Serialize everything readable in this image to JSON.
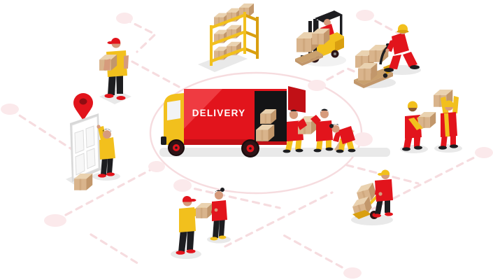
{
  "illustration": {
    "truck_label": "DELIVERY"
  },
  "colors": {
    "red": "#e2141c",
    "red-dark": "#c11016",
    "red-light": "#ef3b41",
    "yellow": "#f2c01d",
    "yellow-dark": "#d99f10",
    "tan": "#d9b48c",
    "tan-side": "#c2976b",
    "tan-top": "#ead2b0",
    "wood": "#c9a06e",
    "dark": "#1d1d20",
    "tire": "#2e1517",
    "skin": "#d69b7c",
    "skin-dark": "#8c5a33",
    "shadow": "#e9e9e9",
    "white": "#ffffff",
    "window": "#f2f3f5",
    "door-gray": "#d8d8d8",
    "pin-dark": "#8f0d12",
    "opening": "#141416",
    "path-pink": "#f6dcdf",
    "node-pink": "#fbe9eb"
  },
  "scene_elements": [
    "route-network",
    "route-nodes",
    "delivery-ring",
    "delivery-truck",
    "warehouse-shelf-rack",
    "forklift",
    "pallet-jack-worker",
    "box-carrying-workers",
    "hand-truck-worker",
    "loading-workers",
    "package-handoff-couriers",
    "courier-knocking-door",
    "courier-holding-box",
    "door",
    "location-pin",
    "packages"
  ]
}
